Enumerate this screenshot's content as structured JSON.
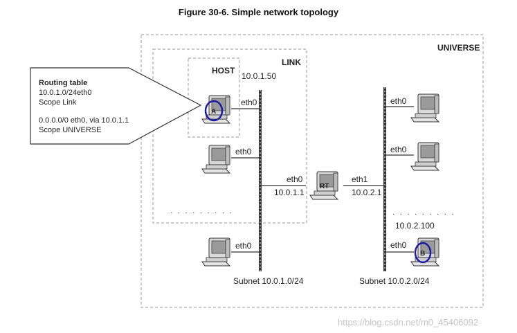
{
  "figure_title": "Figure 30-6. Simple network topology",
  "regions": {
    "universe": "UNIVERSE",
    "link": "LINK",
    "host": "HOST"
  },
  "callout": {
    "title": "Routing table",
    "line1": "10.0.1.0/24eth0",
    "line2": "Scope Link",
    "line3": "0.0.0.0/0 eth0, via 10.0.1.1",
    "line4": "Scope UNIVERSE"
  },
  "left_segment": {
    "host_address": "10.0.1.50",
    "iface_a": "eth0",
    "iface_2": "eth0",
    "iface_3": "eth0",
    "subnet": "Subnet 10.0.1.0/24",
    "ellipsis": ". . .     . . .     . . ."
  },
  "router": {
    "label": "RT",
    "left_iface": "eth0",
    "left_addr": "10.0.1.1",
    "right_iface": "eth1",
    "right_addr": "10.0.2.1"
  },
  "right_segment": {
    "iface_1": "eth0",
    "iface_2": "eth0",
    "iface_b": "eth0",
    "host_b_address": "10.0.2.100",
    "subnet": "Subnet 10.0.2.0/24",
    "ellipsis": ". . .     . . .     . . ."
  },
  "markers": {
    "a": "A",
    "b": "B"
  },
  "highlight_color": "#1a1aa6",
  "watermark": "https://blog.csdn.net/m0_45406092"
}
